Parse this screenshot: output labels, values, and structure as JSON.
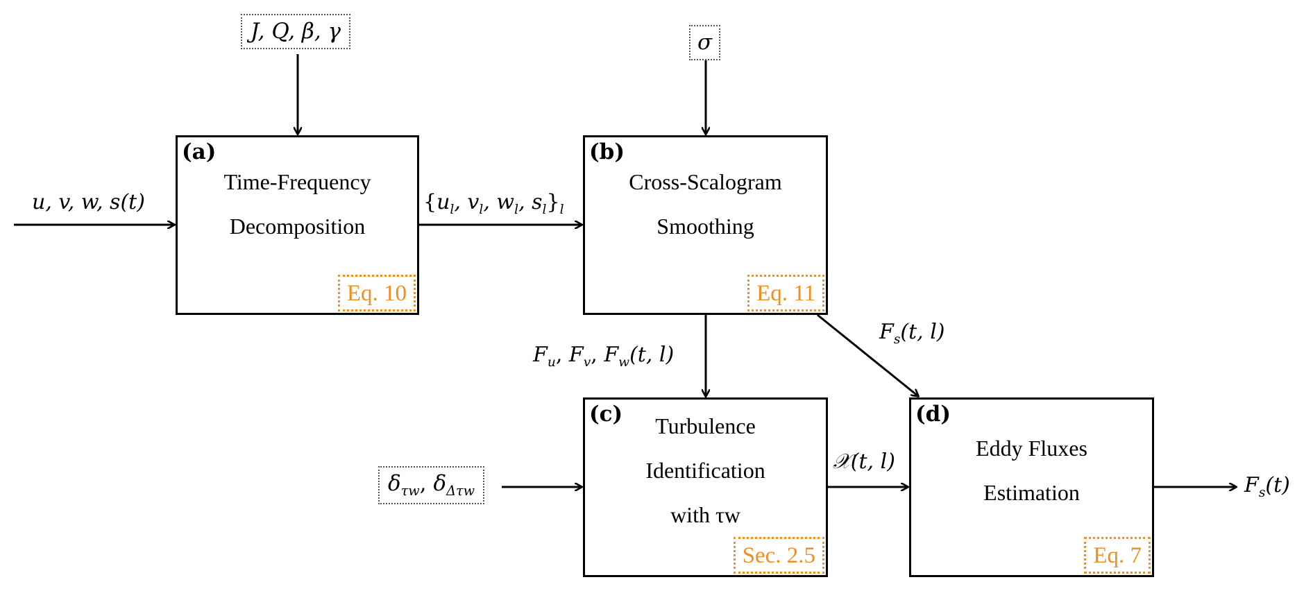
{
  "params": {
    "a": "J, Q, β, γ",
    "b": "σ",
    "c": {
      "d1": "δ",
      "d1_sub": "τw",
      "sep": ", ",
      "d2": "δ",
      "d2_sub": "Δτw"
    }
  },
  "blocks": {
    "a": {
      "id": "(a)",
      "title_1": "Time-Frequency",
      "title_2": "Decomposition",
      "ref": "Eq. 10"
    },
    "b": {
      "id": "(b)",
      "title_1": "Cross-Scalogram",
      "title_2": "Smoothing",
      "ref": "Eq. 11"
    },
    "c": {
      "id": "(c)",
      "title_1": "Turbulence",
      "title_2": "Identification",
      "title_3": "with τw",
      "ref": "Sec. 2.5"
    },
    "d": {
      "id": "(d)",
      "title_1": "Eddy Fluxes",
      "title_2": "Estimation",
      "ref": "Eq. 7"
    }
  },
  "edges": {
    "input": "u, v, w, s(t)",
    "a_to_b": {
      "open": "{",
      "body": "u",
      "body_sub": "l",
      "body_rest": [
        ", v",
        ", w",
        ", s"
      ],
      "close": "}",
      "outer_sub": "l"
    },
    "b_to_c": {
      "f": "F",
      "s1": "u",
      "s2": "v",
      "s3": "w",
      "tail": "(t, l)"
    },
    "b_to_d": {
      "f": "F",
      "sub": "s",
      "tail": "(t, l)"
    },
    "c_to_d": "𝒳(t, l)",
    "output": {
      "f": "F",
      "sub": "s",
      "tail": "(t)"
    }
  },
  "colors": {
    "reference": "#f28e1f",
    "line": "#000000",
    "param_border": "#555555"
  }
}
